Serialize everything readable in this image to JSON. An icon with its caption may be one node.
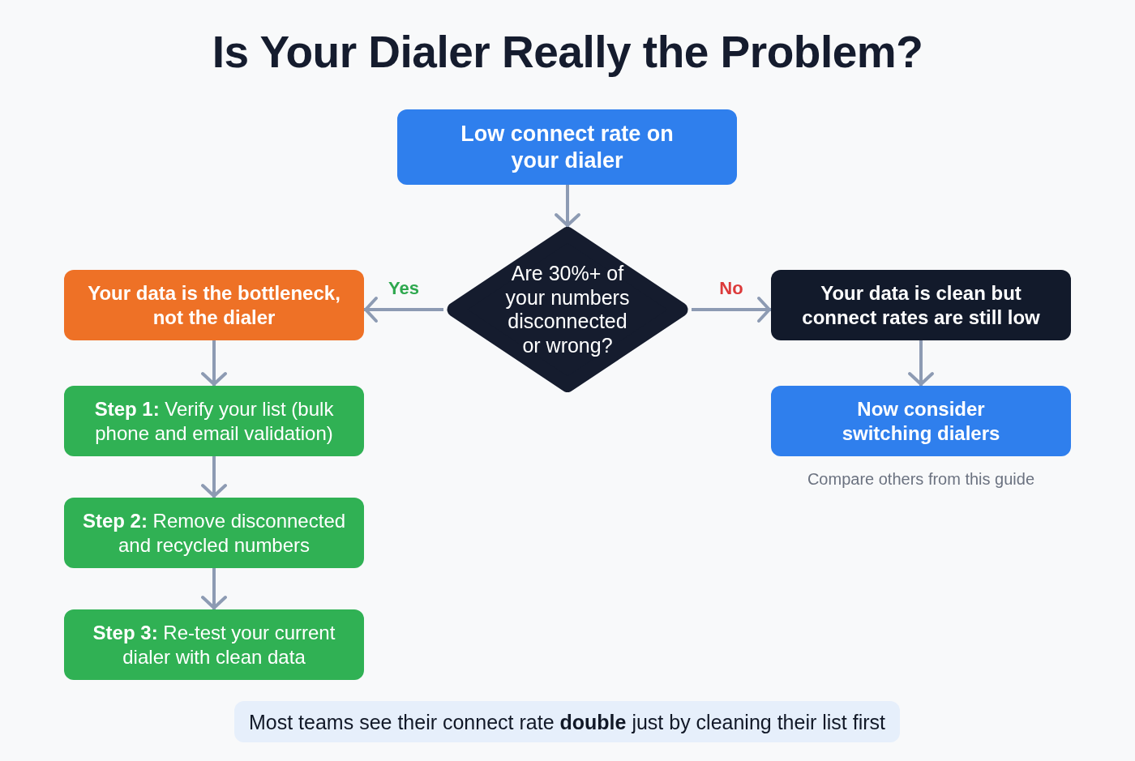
{
  "diagram": {
    "title": "Is Your Dialer Really the Problem?",
    "nodes": [
      {
        "text": [
          "Low connect rate on your dialer"
        ]
      },
      {
        "text": [
          "Are 30%+ of your numbers disconnected or wrong?"
        ]
      },
      {
        "text": [
          "Your data is the bottleneck, not the dialer"
        ]
      },
      {
        "text": [
          "Your data is clean but connect rates are still low"
        ]
      },
      {
        "text": [
          "**Step 1:** Verify your list (bulk phone and email validation)"
        ]
      },
      {
        "text": [
          "**Step 2:** Remove disconnected and recycled numbers"
        ]
      },
      {
        "text": [
          "**Step 3:** Re-test your current dialer with clean data"
        ]
      },
      {
        "text": [
          "Now consider switching dialers"
        ],
        "beside": [
          "Compare others from this guide"
        ]
      },
      {
        "text": [
          "Most teams see their connect rate **double** just by cleaning their list first"
        ]
      }
    ],
    "edges": [
      {
        "from": 0,
        "to": 1,
        "arrow": "to"
      },
      {
        "from": 1,
        "to": 2,
        "arrow": "to",
        "label": "Yes"
      },
      {
        "from": 1,
        "to": 3,
        "arrow": "to",
        "label": "No"
      },
      {
        "from": 2,
        "to": 4,
        "arrow": "to"
      },
      {
        "from": 4,
        "to": 5,
        "arrow": "to"
      },
      {
        "from": 5,
        "to": 6,
        "arrow": "to"
      },
      {
        "from": 3,
        "to": 7,
        "arrow": "to"
      }
    ]
  }
}
